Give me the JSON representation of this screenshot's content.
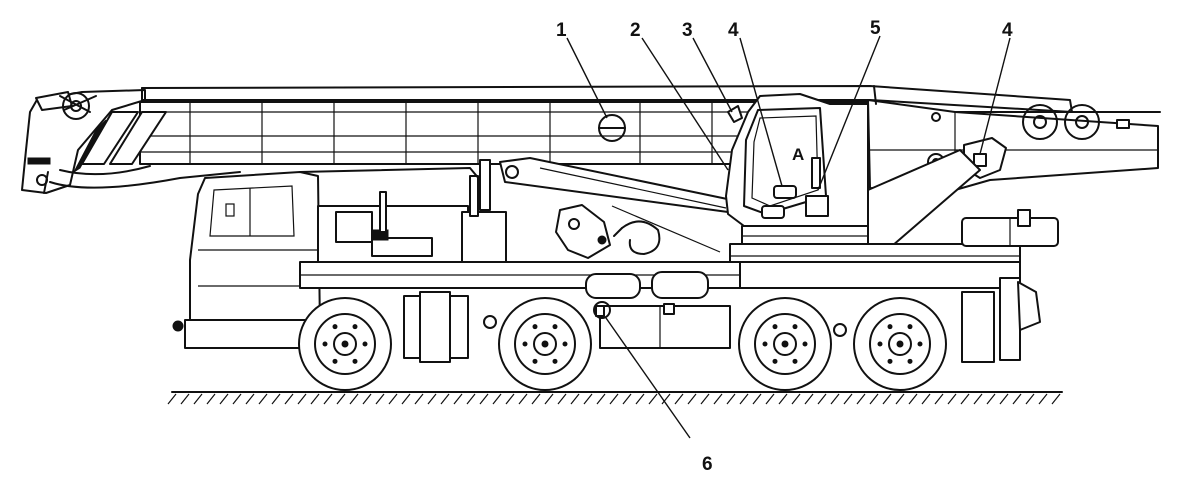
{
  "diagram": {
    "callouts": [
      {
        "id": "c1",
        "label": "1"
      },
      {
        "id": "c2",
        "label": "2"
      },
      {
        "id": "c3",
        "label": "3"
      },
      {
        "id": "c4a",
        "label": "4"
      },
      {
        "id": "c5",
        "label": "5"
      },
      {
        "id": "c4b",
        "label": "4"
      },
      {
        "id": "c6",
        "label": "6"
      }
    ],
    "cab_marker": "A",
    "line_color": "#111111",
    "background_color": "#ffffff"
  }
}
